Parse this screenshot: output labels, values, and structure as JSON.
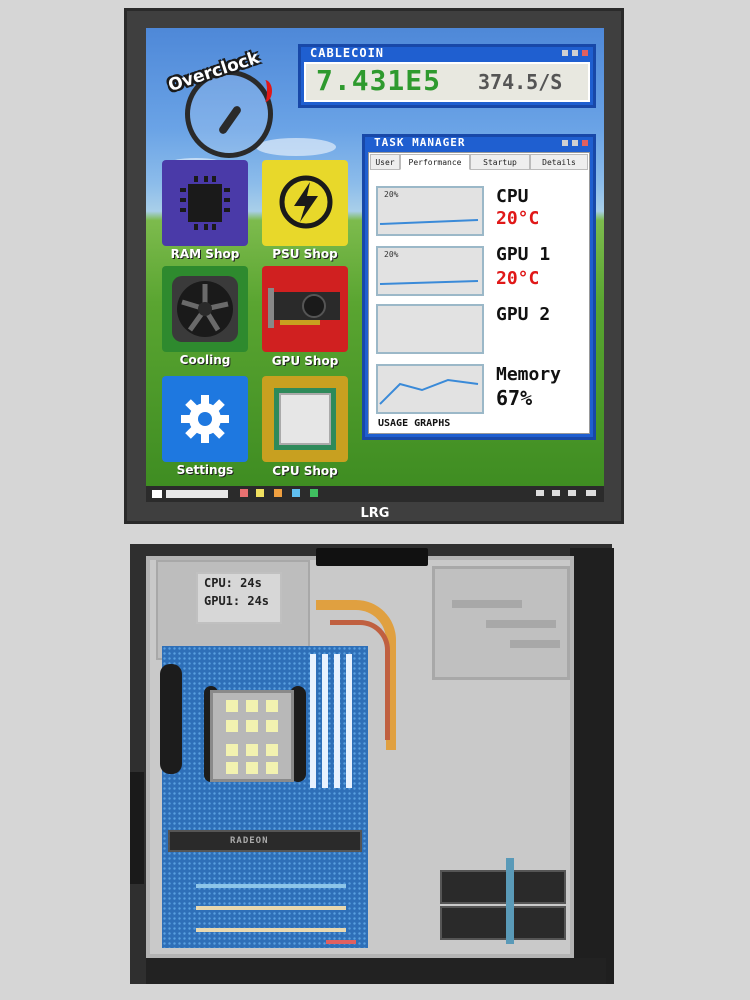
{
  "desktop": {
    "overclock_label": "Overclock",
    "brand": "LRG",
    "apps": [
      {
        "label": "RAM Shop",
        "color": "#4a3aa8",
        "icon": "chip-icon"
      },
      {
        "label": "PSU Shop",
        "color": "#e8d82a",
        "icon": "lightning-icon"
      },
      {
        "label": "Cooling",
        "color": "#2e8a2e",
        "icon": "fan-icon"
      },
      {
        "label": "GPU Shop",
        "color": "#d02020",
        "icon": "gpu-card-icon"
      },
      {
        "label": "Settings",
        "color": "#1e78e0",
        "icon": "gear-icon"
      },
      {
        "label": "CPU Shop",
        "color": "#c8a020",
        "icon": "cpu-icon"
      }
    ]
  },
  "cablecoin": {
    "title": "CABLECOIN",
    "value": "7.431E5",
    "rate": "374.5/S"
  },
  "task_manager": {
    "title": "TASK MANAGER",
    "tabs": [
      "User",
      "Performance",
      "Startup",
      "Details"
    ],
    "active_tab": "Performance",
    "metrics": [
      {
        "label": "CPU",
        "temp": "20°C",
        "graph_pct": "20%"
      },
      {
        "label": "GPU 1",
        "temp": "20°C",
        "graph_pct": "20%"
      },
      {
        "label": "GPU 2",
        "temp": "",
        "graph_pct": ""
      },
      {
        "label": "Memory",
        "temp": "67%",
        "graph_pct": ""
      }
    ],
    "footer": "USAGE GRAPHS"
  },
  "case": {
    "temps": {
      "cpu": "CPU: 24s",
      "gpu1": "GPU1: 24s"
    },
    "gpu_brand": "RADEON"
  },
  "colors": {
    "window_blue": "#1f5fd0",
    "coin_green": "#2e9a2e",
    "temp_red": "#e01818"
  }
}
